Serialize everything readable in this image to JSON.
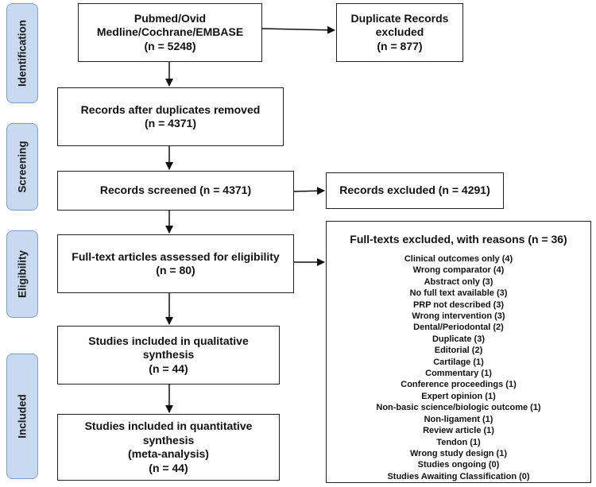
{
  "phases": {
    "identification": "Identification",
    "screening": "Screening",
    "eligibility": "Eligibility",
    "included": "Included"
  },
  "boxes": {
    "search": [
      "Pubmed/Ovid",
      "Medline/Cochrane/EMBASE",
      "(n = 5248)"
    ],
    "duplicates": [
      "Duplicate Records",
      "excluded",
      "(n = 877)"
    ],
    "after_dup": [
      "Records after duplicates removed",
      "(n = 4371)"
    ],
    "screened": [
      "Records screened (n = 4371)"
    ],
    "excluded": [
      "Records excluded (n = 4291)"
    ],
    "fulltext": [
      "Full-text articles assessed for eligibility",
      "(n = 80)"
    ],
    "qualitative": [
      "Studies included in qualitative",
      "synthesis",
      "(n = 44)"
    ],
    "quantitative": [
      "Studies included in quantitative",
      "synthesis",
      "(meta-analysis)",
      "(n = 44)"
    ]
  },
  "exclusions": {
    "title": "Full-texts excluded, with reasons (n = 36)",
    "reasons": [
      "Clinical outcomes only (4)",
      "Wrong comparator (4)",
      "Abstract only (3)",
      "No full text available (3)",
      "PRP not described (3)",
      "Wrong intervention (3)",
      "Dental/Periodontal (2)",
      "Duplicate (3)",
      "Editorial (2)",
      "Cartilage (1)",
      "Commentary (1)",
      "Conference proceedings (1)",
      "Expert opinion (1)",
      "Non-basic science/biologic outcome (1)",
      "Non-ligament (1)",
      "Review article (1)",
      "Tendon (1)",
      "Wrong study design (1)",
      "Studies ongoing (0)",
      "Studies Awaiting Classification (0)"
    ]
  },
  "colors": {
    "phase_fill": "#c9d9ef",
    "phase_border": "#7a9cc8",
    "box_border": "#222222"
  }
}
